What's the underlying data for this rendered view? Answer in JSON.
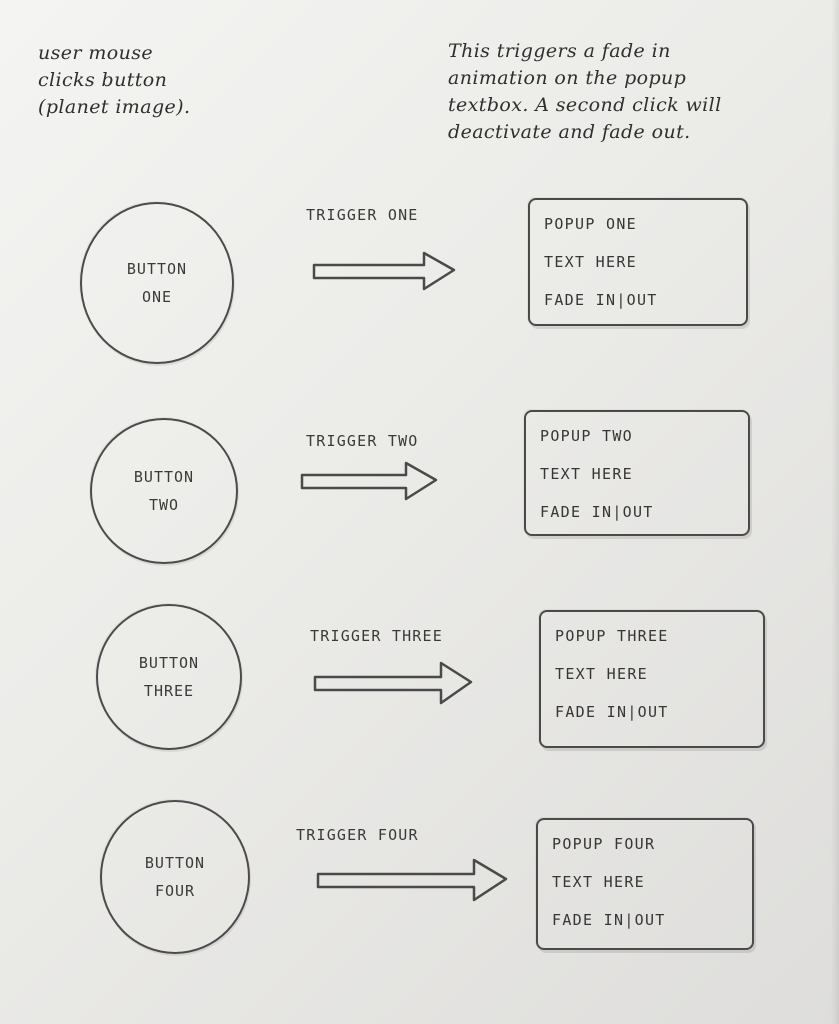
{
  "notes": {
    "left": [
      "user mouse",
      "clicks button",
      "(planet image)."
    ],
    "right": [
      "This triggers a fade in",
      "animation on the popup",
      "textbox. A second click will",
      "deactivate and fade out."
    ]
  },
  "rows": [
    {
      "button": [
        "BUTTON",
        "ONE"
      ],
      "trigger": "TRIGGER ONE",
      "popup": [
        "POPUP ONE",
        "TEXT HERE",
        "FADE IN|OUT"
      ]
    },
    {
      "button": [
        "BUTTON",
        "TWO"
      ],
      "trigger": "TRIGGER TWO",
      "popup": [
        "POPUP TWO",
        "TEXT HERE",
        "FADE IN|OUT"
      ]
    },
    {
      "button": [
        "BUTTON",
        "THREE"
      ],
      "trigger": "TRIGGER THREE",
      "popup": [
        "POPUP THREE",
        "TEXT HERE",
        "FADE IN|OUT"
      ]
    },
    {
      "button": [
        "BUTTON",
        "FOUR"
      ],
      "trigger": "TRIGGER FOUR",
      "popup": [
        "POPUP FOUR",
        "TEXT HERE",
        "FADE IN|OUT"
      ]
    }
  ],
  "colors": {
    "paper": "#efefec",
    "pencil": "#4a4a4a"
  }
}
